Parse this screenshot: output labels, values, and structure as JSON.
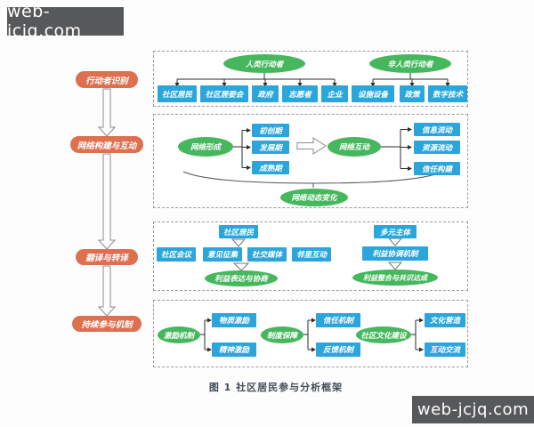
{
  "watermark_top": "web-jcjq.com",
  "watermark_bottom": "web-jcjq.com",
  "caption": "图 1  社区居民参与分析框架",
  "stages": {
    "s1": "行动者识别",
    "s2": "网络构建与互动",
    "s3": "翻译与转译",
    "s4": "持续参与机制"
  },
  "actors": {
    "human": {
      "label": "人类行动者",
      "i1": "社区居民",
      "i2": "社区居委会",
      "i3": "政府",
      "i4": "志愿者",
      "i5": "企业"
    },
    "nonhuman": {
      "label": "非人类行动者",
      "i1": "设施设备",
      "i2": "政策",
      "i3": "数字技术"
    }
  },
  "network": {
    "formation": {
      "label": "网络形成",
      "p1": "初创期",
      "p2": "发展期",
      "p3": "成熟期"
    },
    "interaction": {
      "label": "网络互动",
      "f1": "信息流动",
      "f2": "资源流动",
      "f3": "信任构建"
    },
    "dynamic": "网络动态变化"
  },
  "translation": {
    "residents": "社区居民",
    "c1": "社区会议",
    "c2": "意见征集",
    "c3": "社交媒体",
    "c4": "邻里互动",
    "left_outcome": "利益表达与协商",
    "multi": "多元主体",
    "mechanism": "利益协调机制",
    "right_outcome": "利益整合与共识达成"
  },
  "sustain": {
    "g1": {
      "label": "激励机制",
      "i1": "物质激励",
      "i2": "精神激励"
    },
    "g2": {
      "label": "制度保障",
      "i1": "信任机制",
      "i2": "反馈机制"
    },
    "g3": {
      "label": "社区文化建设",
      "i1": "文化营造",
      "i2": "互动交流"
    }
  },
  "colors": {
    "stage_orange": "#de6f4f",
    "node_blue": "#2ba6dc",
    "oval_green": "#47b75e",
    "watermark_bg": "#57585a",
    "dash_border": "#9b9b9b"
  }
}
